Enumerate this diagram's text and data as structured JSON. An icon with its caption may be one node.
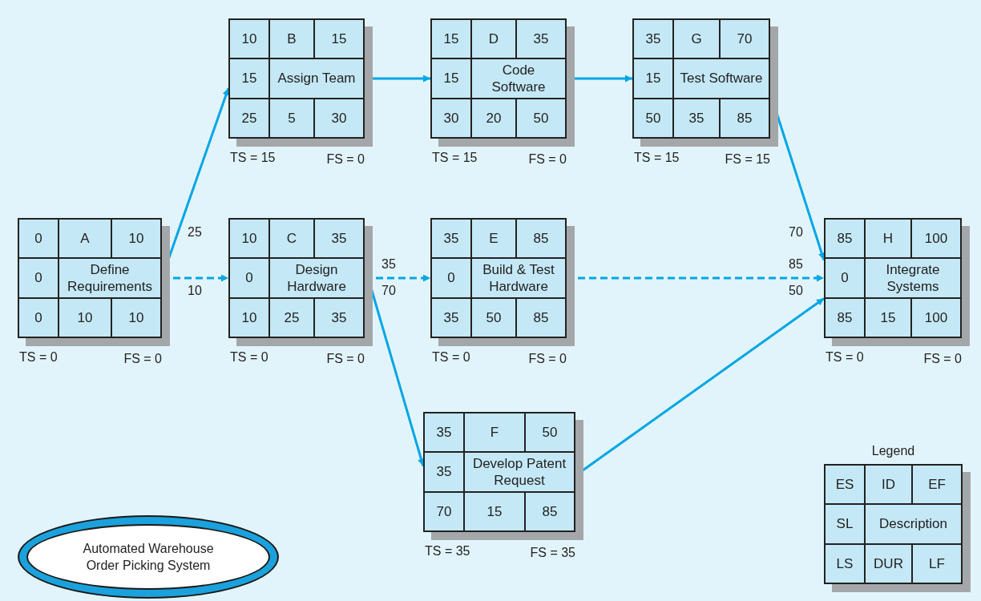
{
  "diagram": {
    "nodes": [
      {
        "text": [
          "0",
          "A",
          "10",
          "0",
          "Define Requirements",
          "0",
          "10",
          "10"
        ],
        "beside": [
          "TS = 0",
          "FS = 0"
        ]
      },
      {
        "text": [
          "10",
          "B",
          "15",
          "15",
          "Assign Team",
          "25",
          "5",
          "30"
        ],
        "beside": [
          "TS = 15",
          "FS = 0"
        ]
      },
      {
        "text": [
          "15",
          "D",
          "35",
          "15",
          "Code Software",
          "30",
          "20",
          "50"
        ],
        "beside": [
          "TS = 15",
          "FS = 0"
        ]
      },
      {
        "text": [
          "35",
          "G",
          "70",
          "15",
          "Test Software",
          "50",
          "35",
          "85"
        ],
        "beside": [
          "TS = 15",
          "FS = 15"
        ]
      },
      {
        "text": [
          "10",
          "C",
          "35",
          "0",
          "Design Hardware",
          "10",
          "25",
          "35"
        ],
        "beside": [
          "TS = 0",
          "FS = 0"
        ]
      },
      {
        "text": [
          "35",
          "E",
          "85",
          "0",
          "Build & Test Hardware",
          "35",
          "50",
          "85"
        ],
        "beside": [
          "TS = 0",
          "FS = 0"
        ]
      },
      {
        "text": [
          "85",
          "H",
          "100",
          "0",
          "Integrate Systems",
          "85",
          "15",
          "100"
        ],
        "beside": [
          "TS = 0",
          "FS = 0"
        ]
      },
      {
        "text": [
          "35",
          "F",
          "50",
          "35",
          "Develop Patent Request",
          "70",
          "15",
          "85"
        ],
        "beside": [
          "TS = 35",
          "FS = 35"
        ]
      },
      {
        "text": [
          "Legend",
          "ES",
          "ID",
          "EF",
          "SL",
          "Description",
          "LS",
          "DUR",
          "LF"
        ]
      },
      {
        "text": [
          "Automated Warehouse Order Picking System"
        ]
      }
    ],
    "edges": [
      {
        "from": 0,
        "to": 1,
        "arrow": "to",
        "label": "25"
      },
      {
        "from": 0,
        "to": 4,
        "arrow": "to",
        "label": "10",
        "style": "dashed"
      },
      {
        "from": 1,
        "to": 2,
        "arrow": "to"
      },
      {
        "from": 2,
        "to": 3,
        "arrow": "to"
      },
      {
        "from": 3,
        "to": 6,
        "arrow": "to",
        "label": "70"
      },
      {
        "from": 4,
        "to": 5,
        "arrow": "to",
        "label": "35",
        "style": "dashed"
      },
      {
        "from": 4,
        "to": 7,
        "arrow": "to",
        "label": "70"
      },
      {
        "from": 5,
        "to": 6,
        "arrow": "to",
        "label": "85",
        "style": "dashed"
      },
      {
        "from": 7,
        "to": 6,
        "arrow": "to",
        "label": "50"
      }
    ]
  }
}
